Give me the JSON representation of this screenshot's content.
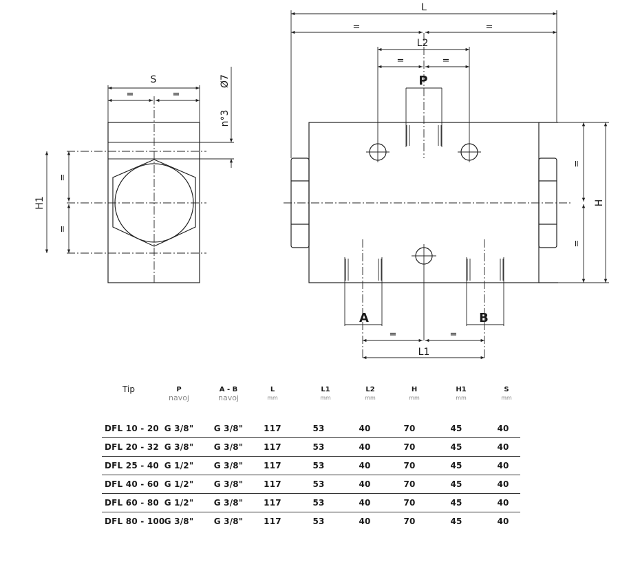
{
  "drawing": {
    "labels": {
      "S": "S",
      "H1": "H1",
      "L": "L",
      "L2": "L2",
      "P": "P",
      "H": "H",
      "A": "A",
      "B": "B",
      "L1": "L1",
      "diameter": "Ø7",
      "hole_count": "n°3",
      "equal": "="
    }
  },
  "table": {
    "headers": [
      {
        "code": "Tip",
        "unit": ""
      },
      {
        "code": "P",
        "unit": "navoj"
      },
      {
        "code": "A - B",
        "unit": "navoj"
      },
      {
        "code": "L",
        "unit": "mm"
      },
      {
        "code": "L1",
        "unit": "mm"
      },
      {
        "code": "L2",
        "unit": "mm"
      },
      {
        "code": "H",
        "unit": "mm"
      },
      {
        "code": "H1",
        "unit": "mm"
      },
      {
        "code": "S",
        "unit": "mm"
      }
    ],
    "rows": [
      {
        "tip": "DFL 10 - 20",
        "p": "G 3/8\"",
        "ab": "G 3/8\"",
        "l": "117",
        "l1": "53",
        "l2": "40",
        "h": "70",
        "h1": "45",
        "s": "40"
      },
      {
        "tip": "DFL 20 - 32",
        "p": "G 3/8\"",
        "ab": "G 3/8\"",
        "l": "117",
        "l1": "53",
        "l2": "40",
        "h": "70",
        "h1": "45",
        "s": "40"
      },
      {
        "tip": "DFL 25 - 40",
        "p": "G 1/2\"",
        "ab": "G 3/8\"",
        "l": "117",
        "l1": "53",
        "l2": "40",
        "h": "70",
        "h1": "45",
        "s": "40"
      },
      {
        "tip": "DFL 40 - 60",
        "p": "G 1/2\"",
        "ab": "G 3/8\"",
        "l": "117",
        "l1": "53",
        "l2": "40",
        "h": "70",
        "h1": "45",
        "s": "40"
      },
      {
        "tip": "DFL 60 - 80",
        "p": "G 1/2\"",
        "ab": "G 3/8\"",
        "l": "117",
        "l1": "53",
        "l2": "40",
        "h": "70",
        "h1": "45",
        "s": "40"
      },
      {
        "tip": "DFL 80 - 100",
        "p": "G 3/8\"",
        "ab": "G 3/8\"",
        "l": "117",
        "l1": "53",
        "l2": "40",
        "h": "70",
        "h1": "45",
        "s": "40"
      }
    ]
  }
}
